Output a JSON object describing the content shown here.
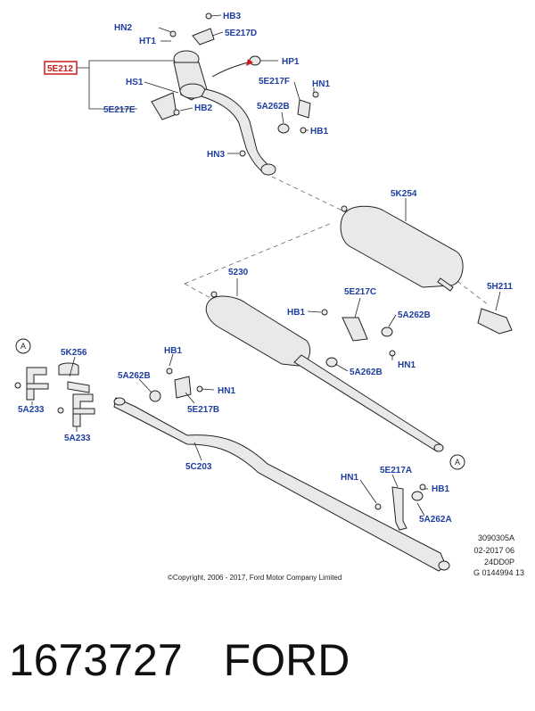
{
  "labels": {
    "hn2": "HN2",
    "ht1": "HT1",
    "hb3": "HB3",
    "e217d": "5E217D",
    "e212": "5E212",
    "hp1": "HP1",
    "hs1": "HS1",
    "hb2": "HB2",
    "e217e": "5E217E",
    "e217f": "5E217F",
    "hn1_a": "HN1",
    "a262b_a": "5A262B",
    "hb1_a": "HB1",
    "hn3": "HN3",
    "k254": "5K254",
    "h211": "5H211",
    "n5230": "5230",
    "e217c": "5E217C",
    "hb1_b": "HB1",
    "a262b_b": "5A262B",
    "hn1_b": "HN1",
    "a262b_c": "5A262B",
    "k256": "5K256",
    "hb1_c": "HB1",
    "a262b_d": "5A262B",
    "hn1_c": "HN1",
    "e217b": "5E217B",
    "a233_a": "5A233",
    "a233_b": "5A233",
    "c203": "5C203",
    "hn1_d": "HN1",
    "e217a": "5E217A",
    "hb1_d": "HB1",
    "a262a": "5A262A",
    "callout_a1": "A",
    "callout_a2": "A"
  },
  "reference": {
    "line1": "3090305A",
    "line2": "02-2017 06",
    "line3": "24DD0P",
    "line4": "G 0144994 13"
  },
  "copyright": "©Copyright, 2006 - 2017, Ford Motor Company Limited",
  "footer": {
    "part_number": "1673727",
    "brand": "FORD"
  },
  "colors": {
    "label_blue": "#1e3ea0",
    "highlight_red": "#cc1a1a"
  }
}
